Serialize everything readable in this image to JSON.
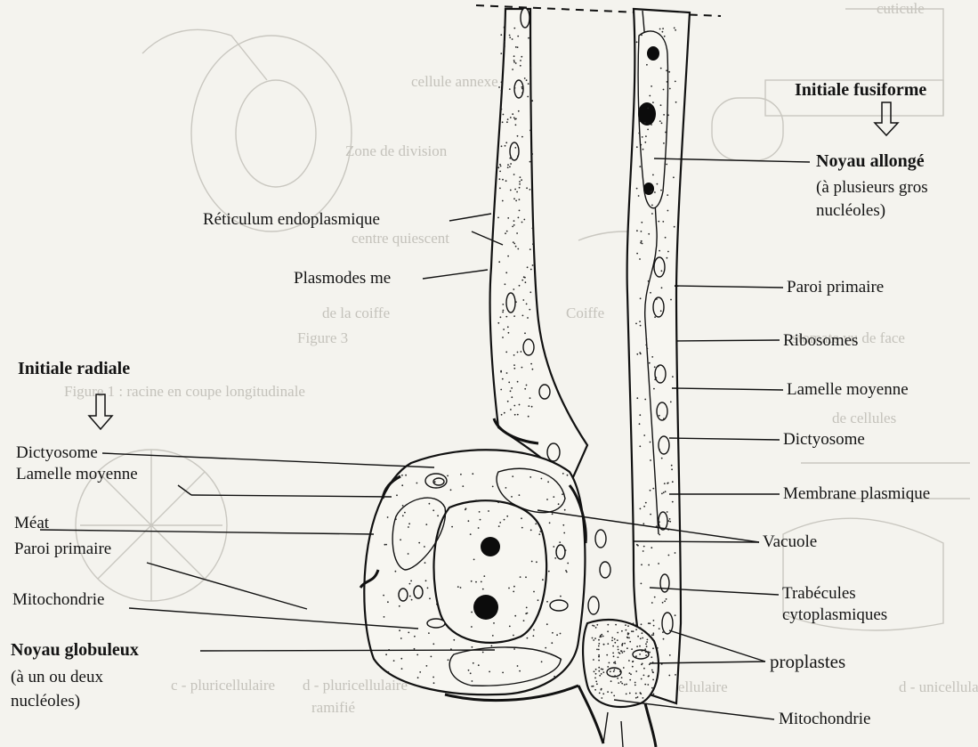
{
  "labels": {
    "initiale_fusiforme": "Initiale fusiforme",
    "noyau_allonge": "Noyau allongé",
    "noyau_allonge_note_1": "(à plusieurs gros",
    "noyau_allonge_note_2": "nucléoles)",
    "reticulum": "Réticulum endoplasmique",
    "plasmodesme": "Plasmodes me",
    "paroi_primaire_right": "Paroi primaire",
    "ribosomes": "Ribosomes",
    "lamelle_moyenne_right": "Lamelle moyenne",
    "dictyosome_right": "Dictyosome",
    "membrane_plasmique": "Membrane plasmique",
    "vacuole": "Vacuole",
    "trabecules_1": "Trabécules",
    "trabecules_2": "cytoplasmiques",
    "proplastes": "proplastes",
    "mitochondrie_right": "Mitochondrie",
    "initiale_radiale": "Initiale radiale",
    "dictyosome_left": "Dictyosome",
    "lamelle_moyenne_left": "Lamelle moyenne",
    "meat": "Méat",
    "paroi_primaire_left": "Paroi primaire",
    "mitochondrie_left": "Mitochondrie",
    "noyau_globuleux": "Noyau globuleux",
    "noyau_globuleux_note_1": "(à un ou deux",
    "noyau_globuleux_note_2": "nucléoles)"
  },
  "background_text": {
    "t1": "Zone de division",
    "t2": "Coiffe",
    "t3": "de la coiffe",
    "t4": "Figure 3",
    "t5": "stomate vu de face",
    "t6": "d - pluricellulaire",
    "t7": "ramifié",
    "t8": "c - pluricellulaire",
    "t9": "b - unicellulaire",
    "t10": "d - unicellulaire",
    "t11": "cuticule",
    "t12": "Figure 1 : racine en coupe longitudinale",
    "t13": "de cellules",
    "t14": "cellule annexe",
    "t15": "centre quiescent"
  },
  "colors": {
    "ink": "#111111",
    "paper": "#f4f3ee",
    "ghost": "#c4c2bb"
  }
}
